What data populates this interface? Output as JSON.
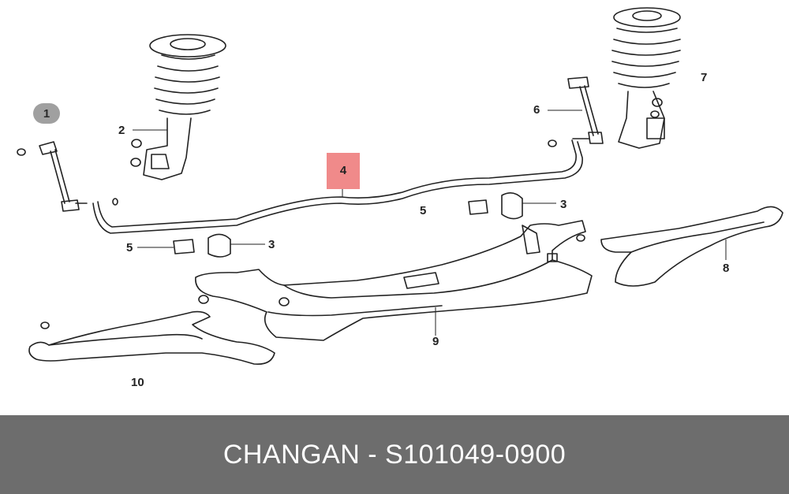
{
  "diagram": {
    "callouts": {
      "c1": "1",
      "c2": "2",
      "c3_left": "3",
      "c3_right": "3",
      "c4": "4",
      "c5_left": "5",
      "c5_right": "5",
      "c6": "6",
      "c7": "7",
      "c8": "8",
      "c9": "9",
      "c10": "10"
    },
    "highlight_color": "#f08a8a",
    "badge_color": "#a0a0a0"
  },
  "footer": {
    "caption": "CHANGAN - S101049-0900",
    "background": "#6d6d6d"
  }
}
